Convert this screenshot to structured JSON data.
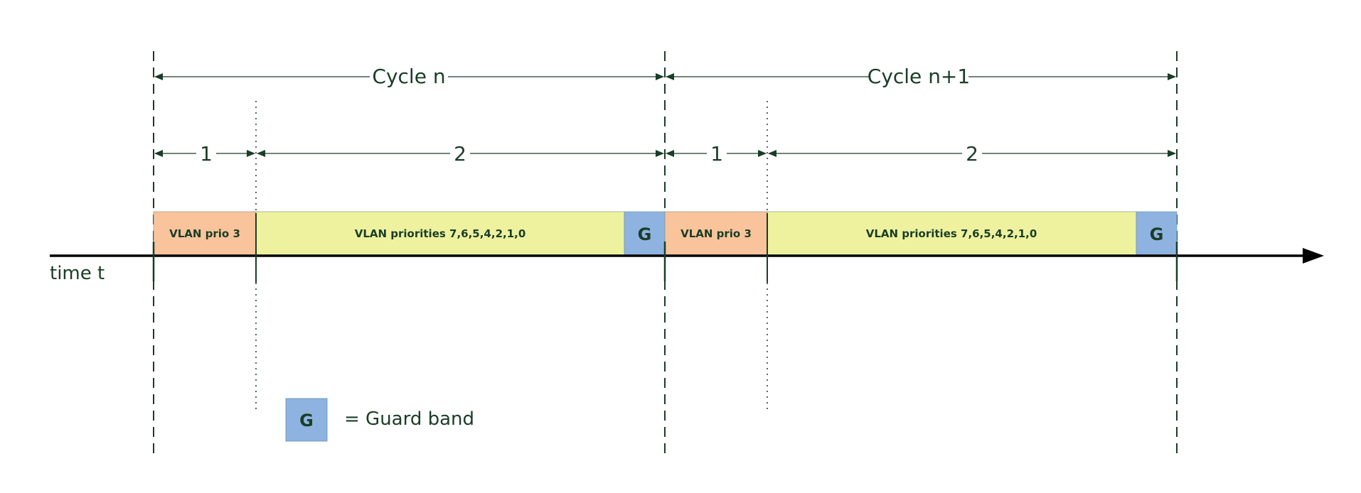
{
  "colors": {
    "text": "#1a3d26",
    "line": "#1a3d26",
    "prio3": "#f9c49b",
    "priorities": "#eef29f",
    "guard": "#8eb3e0",
    "axis": "#000000"
  },
  "axis": {
    "label": "time t"
  },
  "cycles": [
    {
      "label": "Cycle n",
      "phase1_label": "1",
      "phase2_label": "2",
      "prio3_label": "VLAN prio 3",
      "priorities_label": "VLAN priorities 7,6,5,4,2,1,0",
      "guard_label": "G"
    },
    {
      "label": "Cycle n+1",
      "phase1_label": "1",
      "phase2_label": "2",
      "prio3_label": "VLAN prio 3",
      "priorities_label": "VLAN priorities 7,6,5,4,2,1,0",
      "guard_label": "G"
    }
  ],
  "legend": {
    "symbol": "G",
    "text": "= Guard band"
  }
}
